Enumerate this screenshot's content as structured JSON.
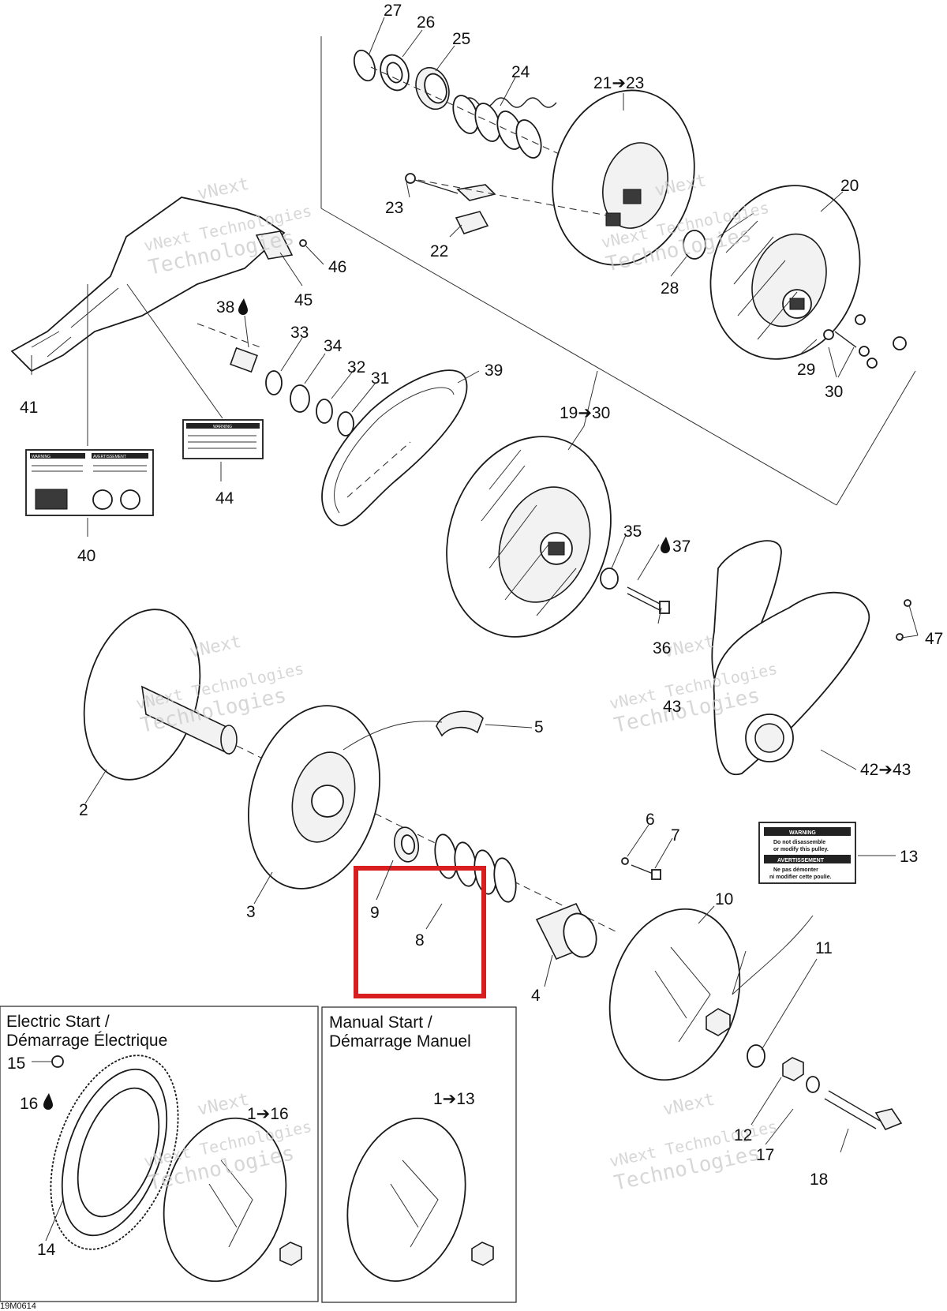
{
  "callouts": {
    "c27": "27",
    "c26": "26",
    "c25": "25",
    "c24": "24",
    "c21_23": "21➔23",
    "c23": "23",
    "c22": "22",
    "c20": "20",
    "c28": "28",
    "c46": "46",
    "c45": "45",
    "c38": "38",
    "c33": "33",
    "c34": "34",
    "c32": "32",
    "c31": "31",
    "c39": "39",
    "c41": "41",
    "c44": "44",
    "c40": "40",
    "c19_30": "19➔30",
    "c29": "29",
    "c30": "30",
    "c35": "35",
    "c37": "37",
    "c36": "36",
    "c47": "47",
    "c43": "43",
    "c42_43": "42➔43",
    "c5": "5",
    "c2": "2",
    "c3": "3",
    "c6": "6",
    "c7": "7",
    "c13": "13",
    "c9": "9",
    "c8": "8",
    "c10": "10",
    "c4": "4",
    "c11": "11",
    "c15": "15",
    "c16": "16",
    "c1_16": "1➔16",
    "c14": "14",
    "c1_13": "1➔13",
    "c12": "12",
    "c17": "17",
    "c18": "18"
  },
  "boxes": {
    "electric_title_1": "Electric Start /",
    "electric_title_2": "Démarrage Électrique",
    "manual_title_1": "Manual Start /",
    "manual_title_2": "Démarrage Manuel"
  },
  "labels": {
    "warning": "WARNING",
    "warning_line1": "Do not disassemble",
    "warning_line2": "or modify this pulley.",
    "avertissement": "AVERTISSEMENT",
    "avert_line1": "Ne pas démonter",
    "avert_line2": "ni modifier cette poulie.",
    "decal40_left": "WARNING",
    "decal40_right": "AVERTISSEMENT",
    "decal44": "WARNING"
  },
  "watermark": {
    "line1": "vNext",
    "line2": "vNext Technologies",
    "line3": "Technologies"
  },
  "diagram_code": "19M0614",
  "highlight": {
    "color": "#d81e1e",
    "encloses": [
      "9",
      "8"
    ]
  }
}
